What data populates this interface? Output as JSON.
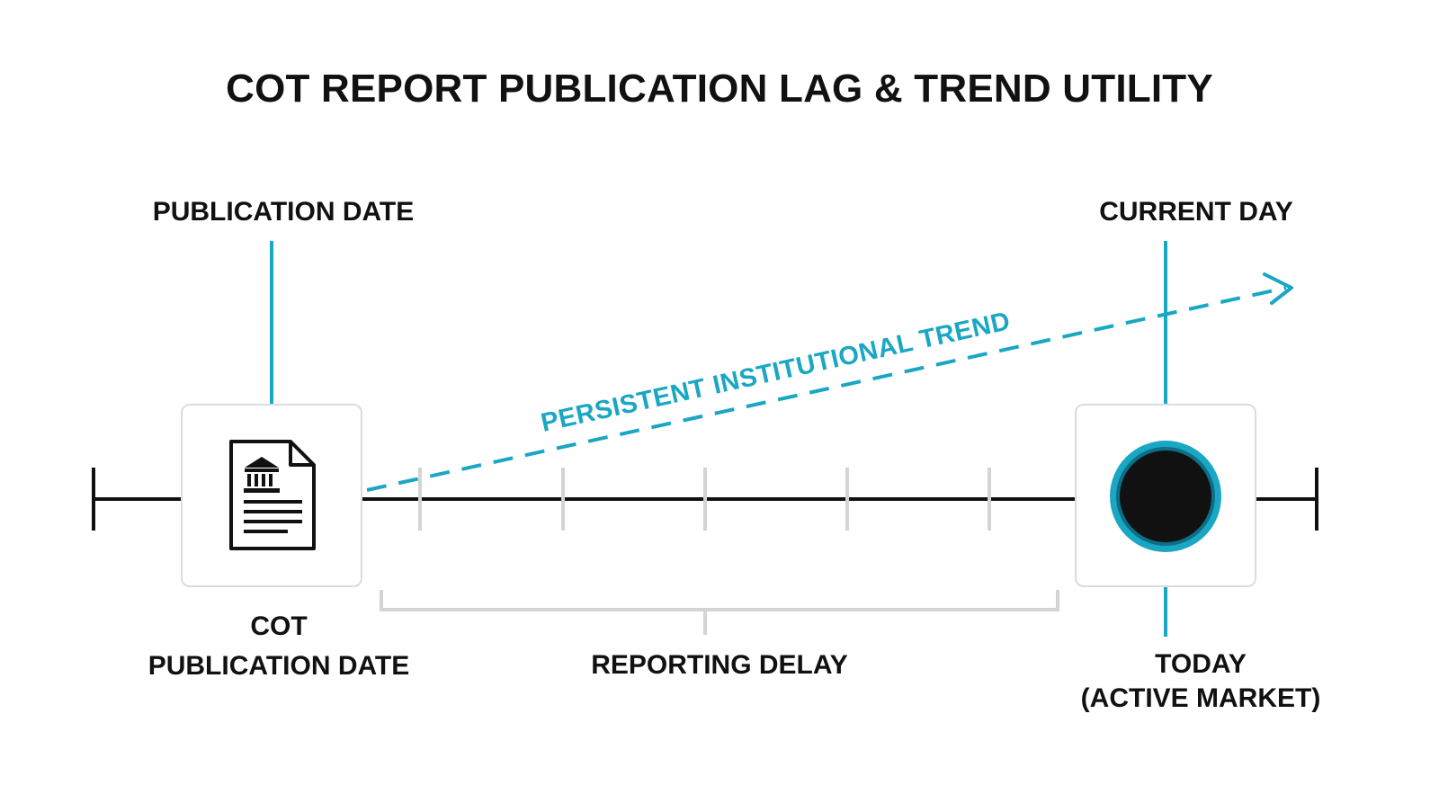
{
  "title": "COT REPORT PUBLICATION LAG & TREND UTILITY",
  "labels": {
    "publication_date_top": "PUBLICATION DATE",
    "current_day_top": "CURRENT DAY",
    "cot_publication_line1": "COT",
    "cot_publication_line2": "PUBLICATION DATE",
    "reporting_delay": "REPORTING DELAY",
    "today_line1": "TODAY",
    "today_line2": "(ACTIVE MARKET)"
  },
  "trend": {
    "label": "PERSISTENT INSTITUTIONAL TREND"
  },
  "icons": {
    "document": "bank-document-icon",
    "current": "active-market-dot-icon"
  },
  "colors": {
    "accent": "#1aa7c4",
    "line": "#111111",
    "tick": "#d4d4d4",
    "box_border": "#dcdcdc"
  }
}
